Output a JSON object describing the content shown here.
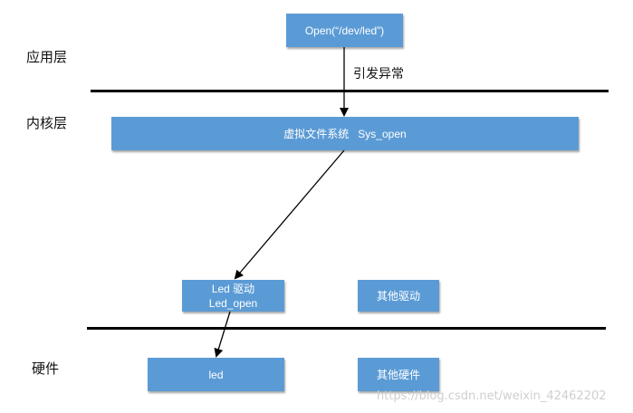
{
  "layers": {
    "app": "应用层",
    "kernel": "内核层",
    "hardware": "硬件"
  },
  "nodes": {
    "open_call": "Open(“/dev/led”)",
    "vfs": "虚拟文件系统   Sys_open",
    "led_driver_line1": "Led 驱动",
    "led_driver_line2": "Led_open",
    "other_drivers": "其他驱动",
    "led_hw": "led",
    "other_hw": "其他硬件"
  },
  "edges": {
    "trigger_exception": "引发异常"
  },
  "watermark": "https://blog.csdn.net/weixin_42462202",
  "colors": {
    "box_fill": "#5b9bd5",
    "box_text": "#ffffff",
    "divider": "#000000"
  }
}
